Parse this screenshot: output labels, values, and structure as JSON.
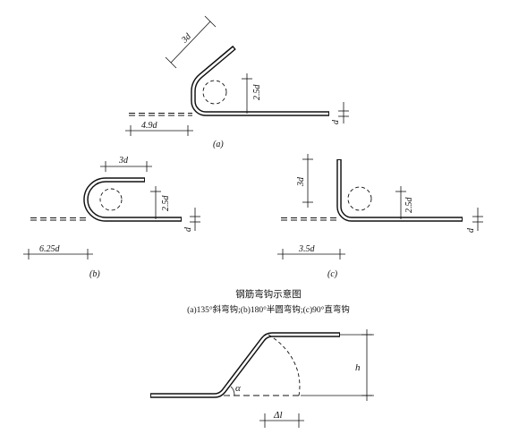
{
  "diagram_a": {
    "len_label": "3d",
    "h_label": "2.5d",
    "ext_label": "4.9d",
    "thick_label": "d",
    "sub_label": "(a)"
  },
  "diagram_b": {
    "len_label": "3d",
    "h_label": "2.5d",
    "ext_label": "6.25d",
    "thick_label": "d",
    "sub_label": "(b)"
  },
  "diagram_c": {
    "len_label": "3d",
    "h_label": "2.5d",
    "ext_label": "3.5d",
    "thick_label": "d",
    "sub_label": "(c)"
  },
  "caption": {
    "title": "钢筋弯钩示意图",
    "subtitle": "(a)135°斜弯钩;(b)180°半圆弯钩;(c)90°直弯钩"
  },
  "bend_diagram": {
    "h_label": "h",
    "angle_label": "α",
    "delta_label": "Δl"
  }
}
